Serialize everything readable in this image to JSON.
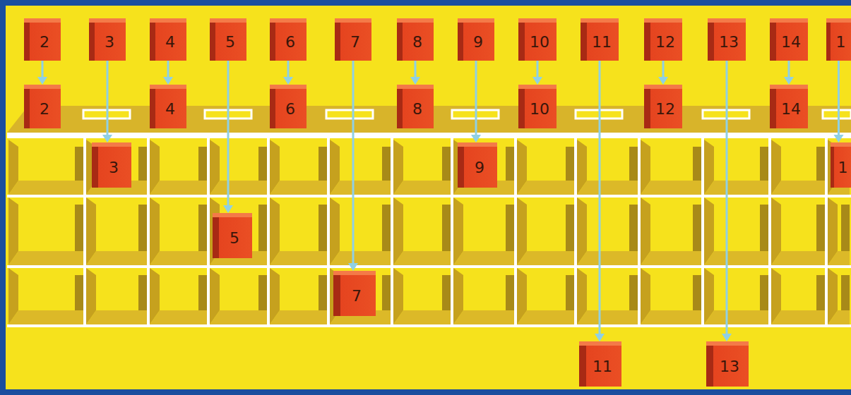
{
  "diagram": {
    "nodes": [
      {
        "text": [
          "2"
        ]
      },
      {
        "text": [
          "3"
        ]
      },
      {
        "text": [
          "4"
        ]
      },
      {
        "text": [
          "5"
        ]
      },
      {
        "text": [
          "6"
        ]
      },
      {
        "text": [
          "7"
        ]
      },
      {
        "text": [
          "8"
        ]
      },
      {
        "text": [
          "9"
        ]
      },
      {
        "text": [
          "10"
        ]
      },
      {
        "text": [
          "11"
        ]
      },
      {
        "text": [
          "12"
        ]
      },
      {
        "text": [
          "13"
        ]
      },
      {
        "text": [
          "14"
        ]
      },
      {
        "text": [
          "1"
        ]
      },
      {
        "text": [
          "2"
        ]
      },
      {
        "text": [
          "4"
        ]
      },
      {
        "text": [
          "6"
        ]
      },
      {
        "text": [
          "8"
        ]
      },
      {
        "text": [
          "10"
        ]
      },
      {
        "text": [
          "12"
        ]
      },
      {
        "text": [
          "14"
        ]
      },
      {
        "text": [
          "3"
        ]
      },
      {
        "text": [
          "9"
        ]
      },
      {
        "text": [
          "1"
        ]
      },
      {
        "text": [
          "5"
        ]
      },
      {
        "text": [
          "7"
        ]
      },
      {
        "text": [
          "11"
        ]
      },
      {
        "text": [
          "13"
        ]
      }
    ],
    "edges": [
      {
        "from": 0,
        "to": 14,
        "arrow": "to"
      },
      {
        "from": 1,
        "to": 21,
        "arrow": "to"
      },
      {
        "from": 2,
        "to": 15,
        "arrow": "to"
      },
      {
        "from": 3,
        "to": 24,
        "arrow": "to"
      },
      {
        "from": 4,
        "to": 16,
        "arrow": "to"
      },
      {
        "from": 5,
        "to": 25,
        "arrow": "to"
      },
      {
        "from": 6,
        "to": 17,
        "arrow": "to"
      },
      {
        "from": 7,
        "to": 22,
        "arrow": "to"
      },
      {
        "from": 8,
        "to": 18,
        "arrow": "to"
      },
      {
        "from": 9,
        "to": 26,
        "arrow": "to"
      },
      {
        "from": 10,
        "to": 19,
        "arrow": "to"
      },
      {
        "from": 11,
        "to": 27,
        "arrow": "to"
      },
      {
        "from": 12,
        "to": 20,
        "arrow": "to"
      },
      {
        "from": 13,
        "to": 23,
        "arrow": "to"
      }
    ]
  }
}
